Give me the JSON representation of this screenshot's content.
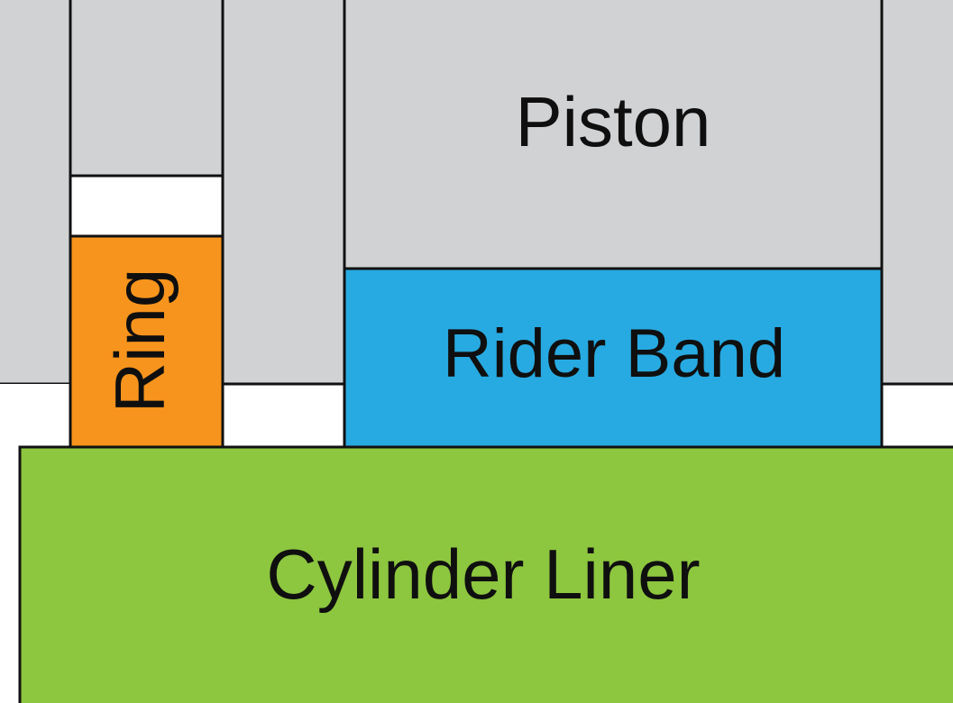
{
  "diagram": {
    "labels": {
      "piston": "Piston",
      "ring": "Ring",
      "rider_band": "Rider Band",
      "cylinder_liner": "Cylinder Liner"
    },
    "colors": {
      "piston": "#d1d2d4",
      "ring": "#f7941d",
      "rider_band": "#27aae1",
      "cylinder_liner": "#8dc63f",
      "gap": "#ffffff",
      "outline": "#111111"
    }
  }
}
